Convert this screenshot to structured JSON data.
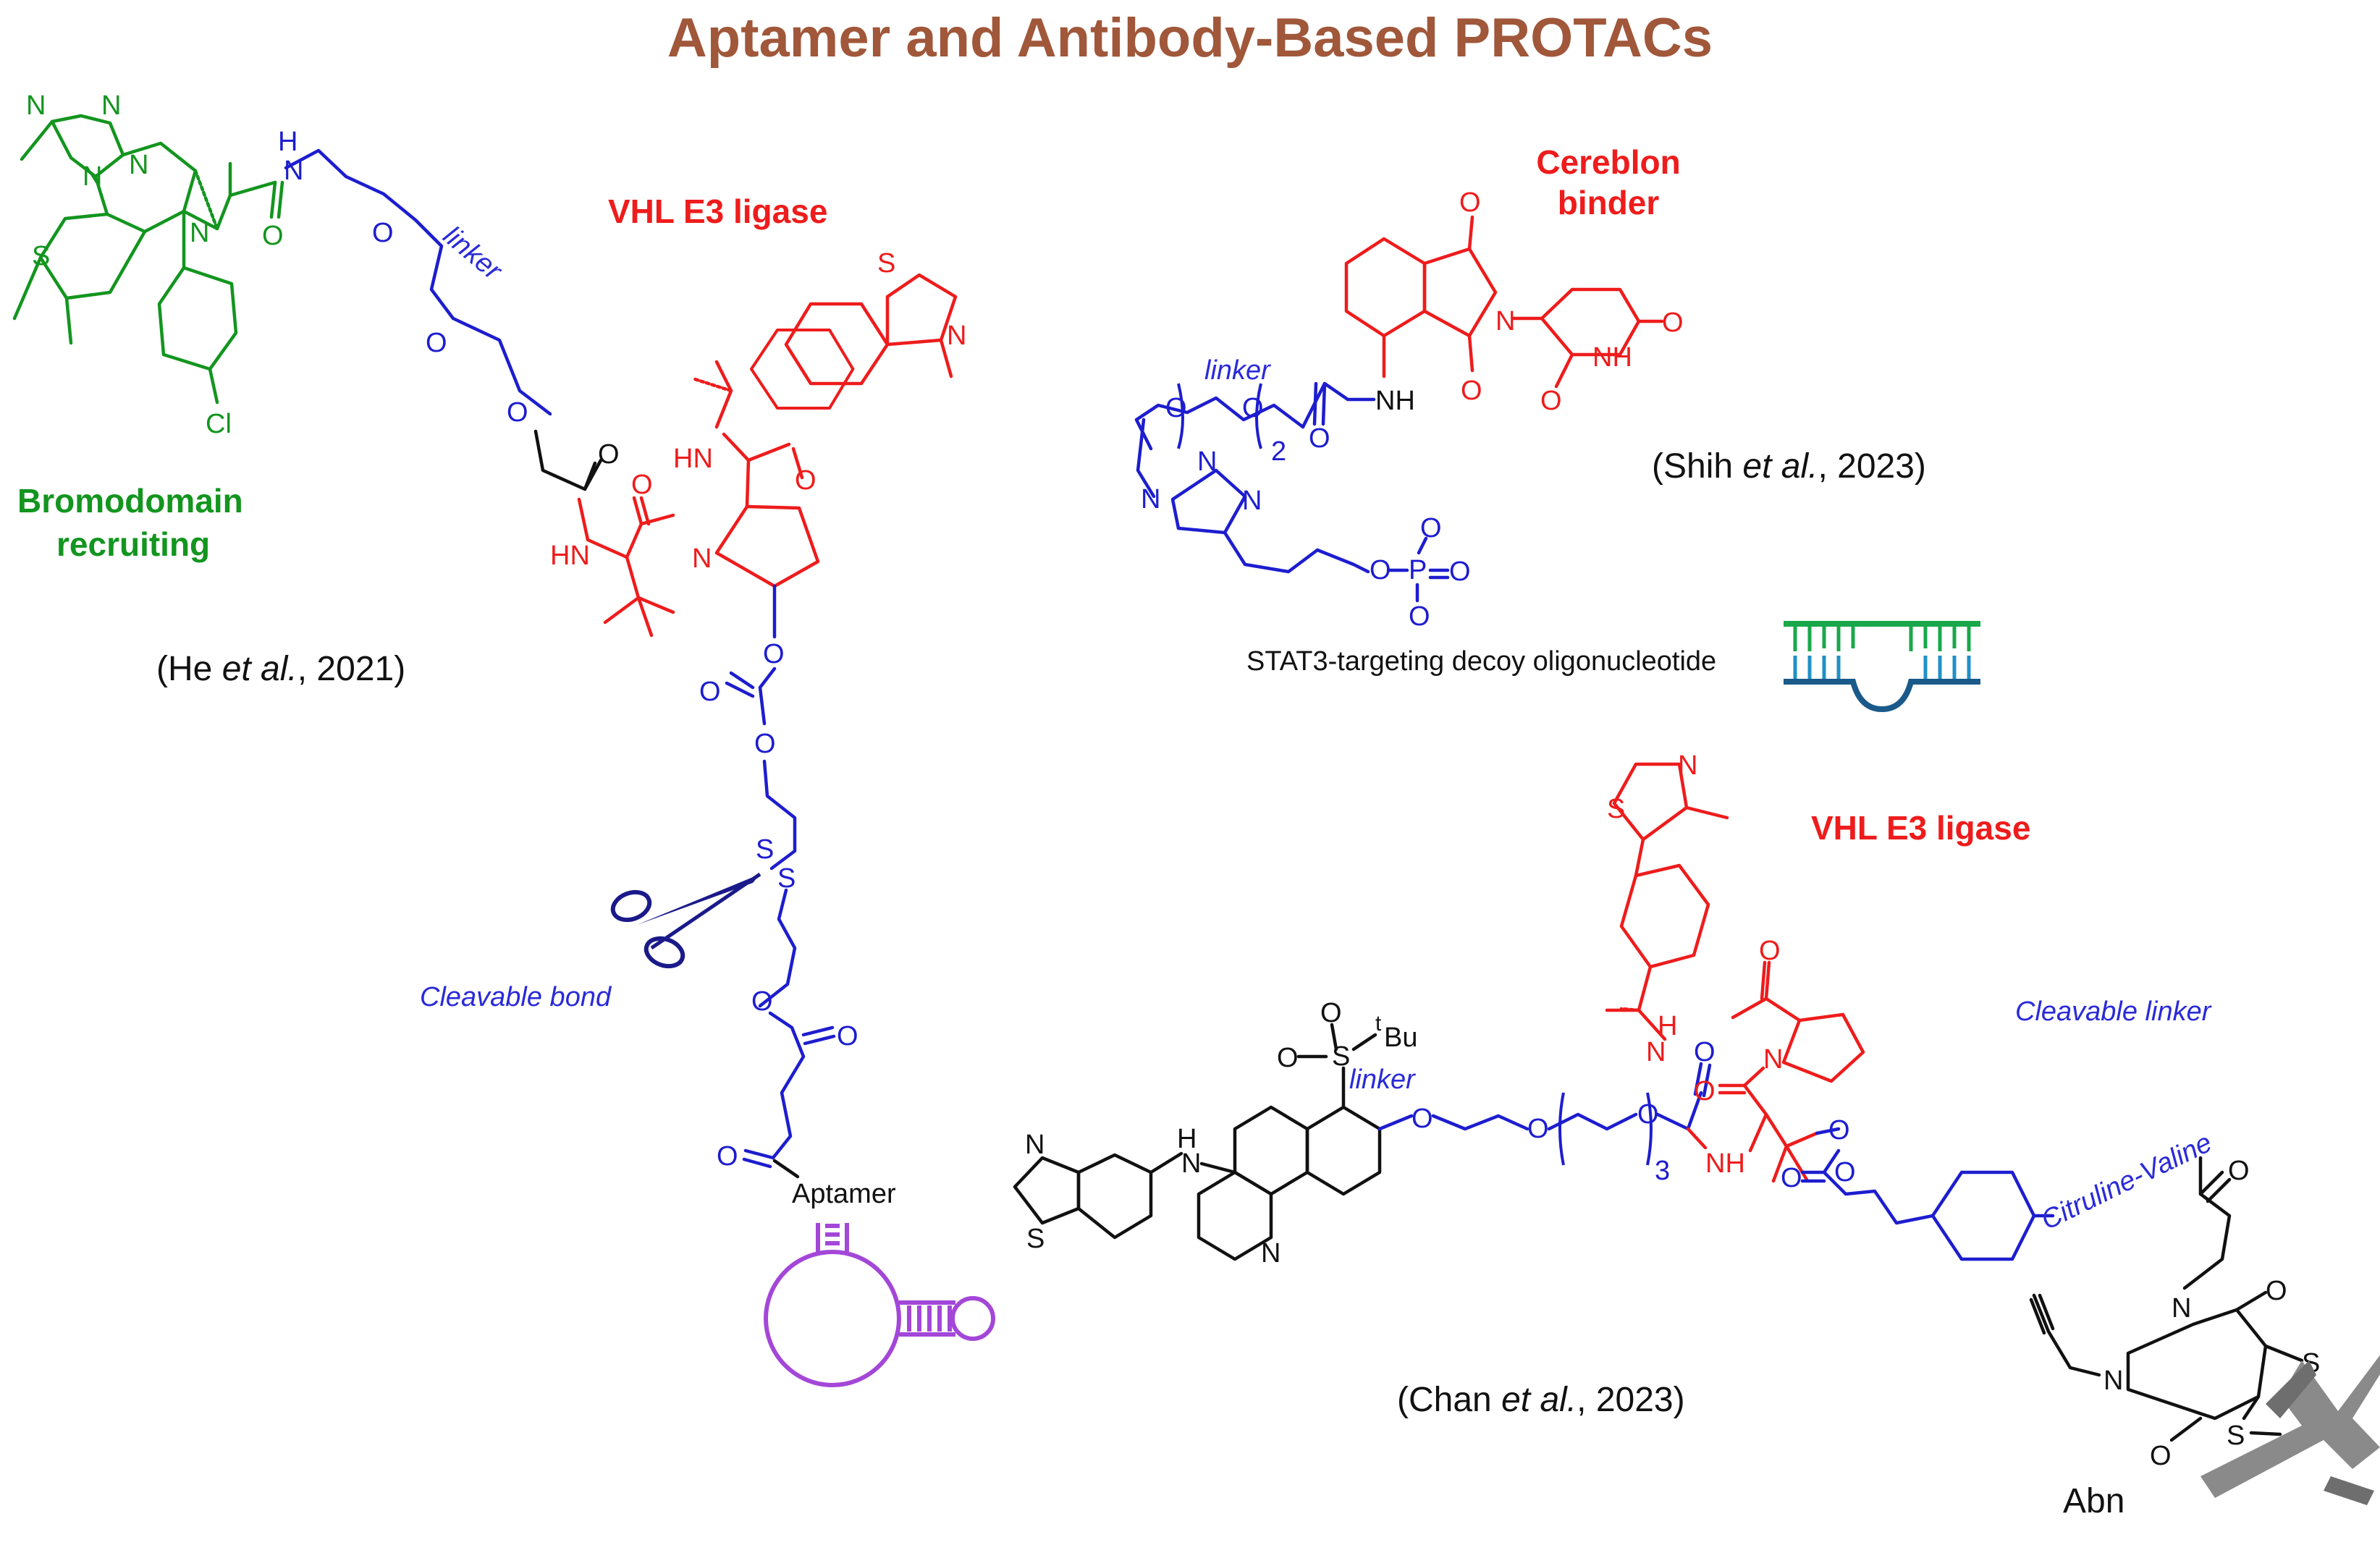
{
  "title": "Aptamer and Antibody-Based PROTACs",
  "colors": {
    "title": "#a0573a",
    "e3_red": "#ee1c1c",
    "bromo_green": "#13951f",
    "linker_blue": "#1d1dcf",
    "aptamer_purple": "#a347d8",
    "antibody_gray": "#8a8a8a",
    "dna_green": "#18a84a",
    "dna_blue": "#2090c8",
    "dna_navy": "#1a5a8a"
  },
  "panel_he": {
    "bromodomain_label_1": "Bromodomain",
    "bromodomain_label_2": "recruiting",
    "vhl_label": "VHL E3 ligase",
    "linker_label": "linker",
    "cleavable_label": "Cleavable bond",
    "aptamer_label": "Aptamer",
    "citation_pre": "(He ",
    "citation_etal": "et al.",
    "citation_post": ", 2021)",
    "atoms": {
      "N": "N",
      "NH": "NH",
      "HN": "HN",
      "H": "H",
      "O": "O",
      "S": "S",
      "Cl": "Cl"
    }
  },
  "panel_shih": {
    "cereblon_label_1": "Cereblon",
    "cereblon_label_2": "binder",
    "linker_label": "linker",
    "subscript": "2",
    "decoy_label": "STAT3-targeting  decoy oligonucleotide",
    "citation_pre": "(Shih ",
    "citation_etal": "et al.",
    "citation_post": ", 2023)",
    "atoms": {
      "O": "O",
      "N": "N",
      "NH": "NH",
      "P": "P"
    }
  },
  "panel_chan": {
    "vhl_label": "VHL E3 ligase",
    "cleavable_label": "Cleavable linker",
    "linker_label": "linker",
    "citrulline_label": "Citruline-Valine",
    "subscript": "3",
    "tbu_sup": "t",
    "tbu": "Bu",
    "antibody_label": "Abn",
    "citation_pre": "(Chan ",
    "citation_etal": "et al.",
    "citation_post": ", 2023)",
    "atoms": {
      "N": "N",
      "NH": "NH",
      "HN": "HN",
      "H": "H",
      "O": "O",
      "S": "S"
    }
  }
}
